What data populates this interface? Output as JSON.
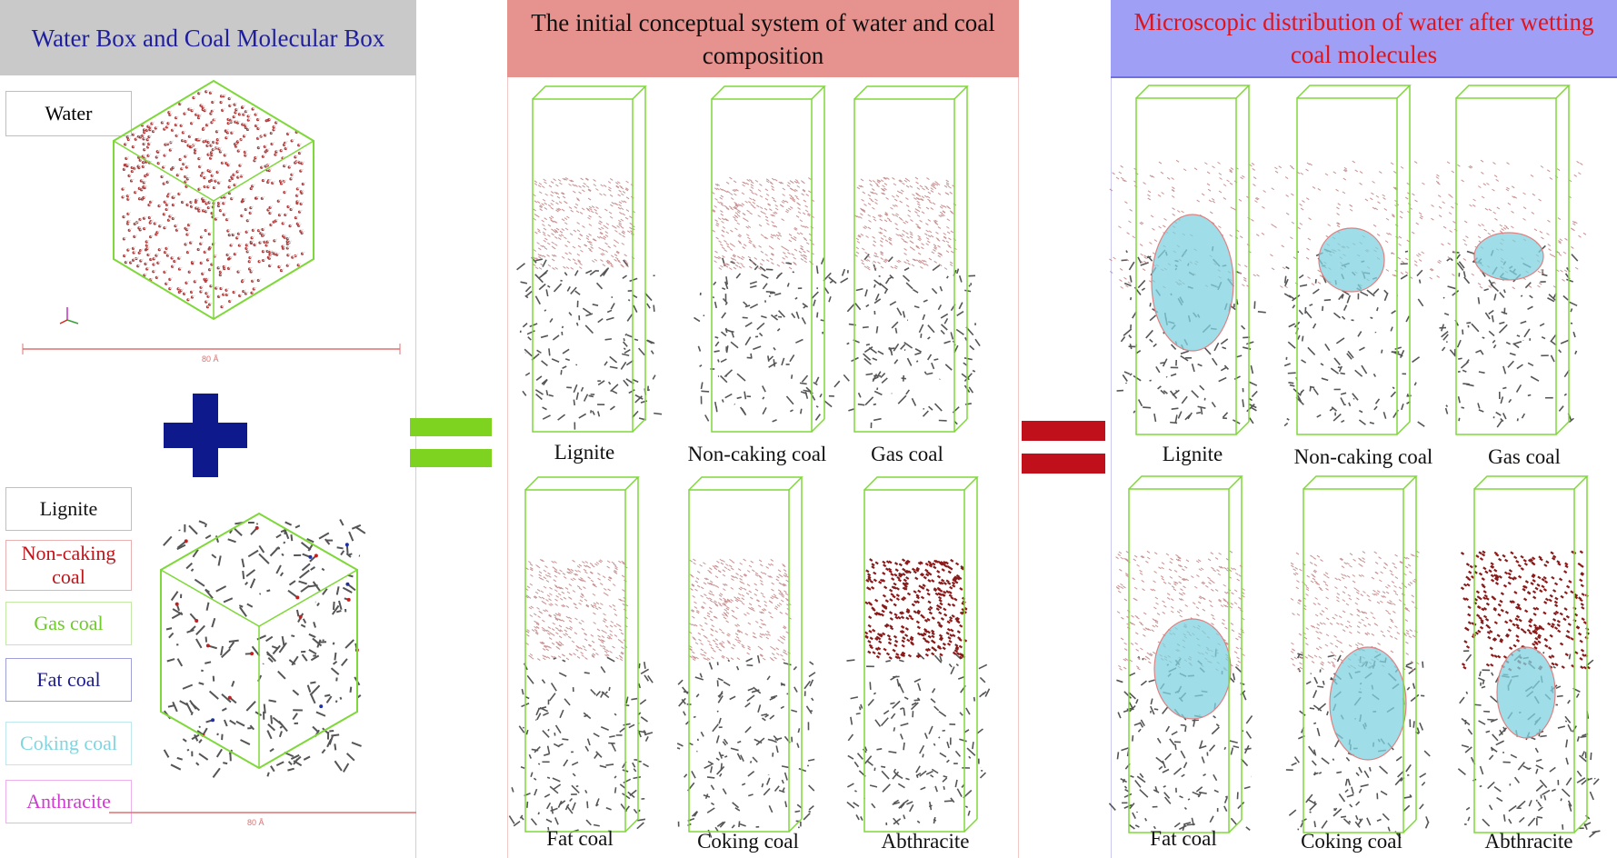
{
  "panels": {
    "left": {
      "title": "Water Box and Coal Molecular Box",
      "title_color": "#1f1f9e",
      "title_bg": "#c9c9c9",
      "water_label": "Water",
      "scale_label": "80 Å",
      "coal_labels": [
        {
          "text": "Lignite",
          "color": "#111111"
        },
        {
          "text": "Non-caking coal",
          "color": "#c0141b"
        },
        {
          "text": "Gas coal",
          "color": "#6ecb2a"
        },
        {
          "text": "Fat coal",
          "color": "#1a1a8f"
        },
        {
          "text": "Coking coal",
          "color": "#7fd6e0"
        },
        {
          "text": "Anthracite",
          "color": "#d03ad0"
        }
      ],
      "plus_color": "#0e1a8c"
    },
    "middle": {
      "title": "The initial conceptual system of water and coal composition",
      "title_bg": "#e6928f",
      "equals_color": "#7ed321",
      "captions_top": [
        "Lignite",
        "Non-caking coal",
        "Gas coal"
      ],
      "captions_bottom": [
        "Fat coal",
        "Coking coal",
        "Abthracite"
      ]
    },
    "right": {
      "title": "Microscopic distribution of water after wetting coal molecules",
      "title_color": "#e0141b",
      "title_bg": "#9f9ff5",
      "equals_color": "#c0101b",
      "captions_top": [
        "Lignite",
        "Non-caking coal",
        "Gas coal"
      ],
      "captions_bottom": [
        "Fat coal",
        "Coking coal",
        "Abthracite"
      ]
    }
  },
  "colors": {
    "box_edge": "#7fd83a",
    "water": "#b03a3a",
    "coal": "#555555",
    "wet_zone": "#7fd3e0"
  }
}
